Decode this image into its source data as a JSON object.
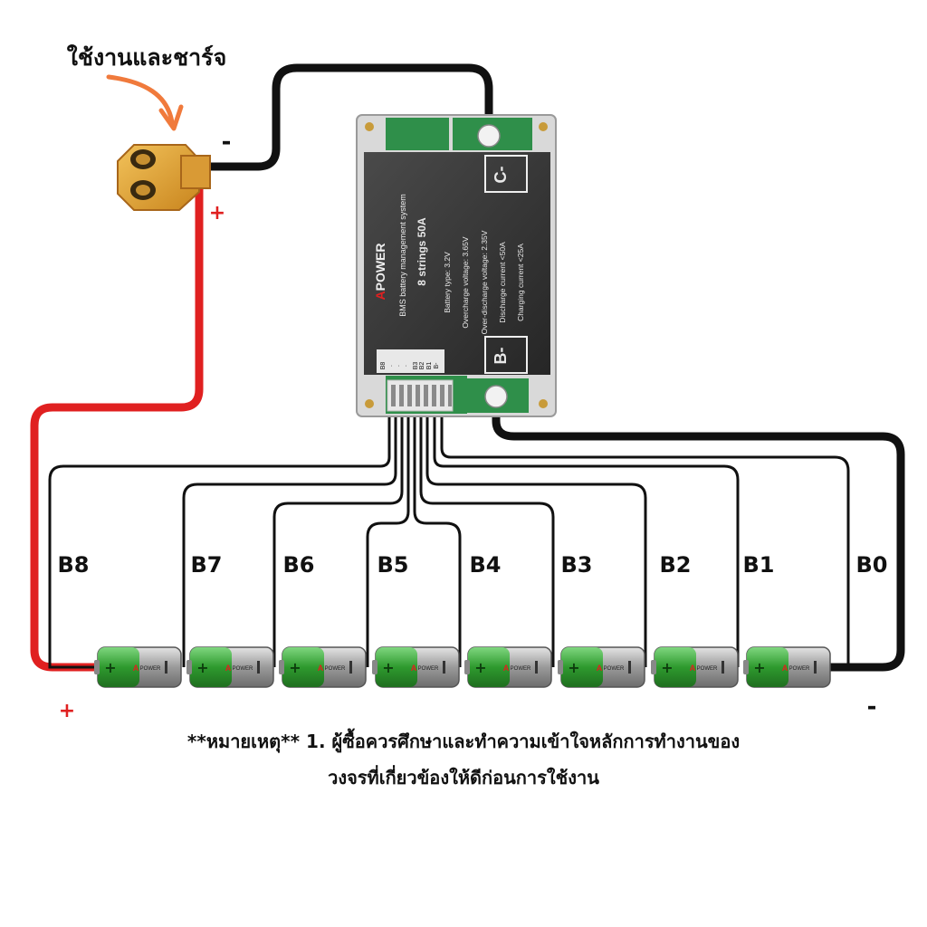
{
  "title": "ใช้งานและชาร์จ",
  "connector": {
    "neg_sign": "-",
    "pos_sign": "+"
  },
  "bms": {
    "brand_prefix": "A",
    "brand": "POWER",
    "product": "BMS battery management system",
    "model": "8 strings 50A",
    "specs": [
      "Battery type: 3.2V",
      "Overcharge voltage: 3.65V",
      "Over-discharge voltage: 2.35V",
      "Discharge current <50A",
      "Charging current <25A"
    ],
    "terminal_c": "C-",
    "terminal_b": "B-",
    "pin_labels": [
      "B8",
      ".",
      ".",
      ".",
      "B3",
      "B2",
      "B1",
      "B-"
    ]
  },
  "balance_labels": [
    "B8",
    "B7",
    "B6",
    "B5",
    "B4",
    "B3",
    "B2",
    "B1",
    "B0"
  ],
  "cell_brand": "POWER",
  "pack": {
    "pos_sign": "+",
    "neg_sign": "-"
  },
  "note": {
    "line1": "**หมายเหตุ** 1. ผู้ซื้อควรศึกษาและทำความเข้าใจหลักการทำงานของ",
    "line2": "วงจรที่เกี่ยวข้องให้ดีก่อนการใช้งาน"
  },
  "colors": {
    "wire_black": "#111111",
    "wire_red": "#e02020",
    "arrow": "#f07a3c",
    "connector": "#e6a532",
    "board": "#3b3b3b",
    "pcb_green": "#2f8f4a",
    "cell_green": "#3aa43a",
    "cell_grey": "#a6a6a6"
  }
}
